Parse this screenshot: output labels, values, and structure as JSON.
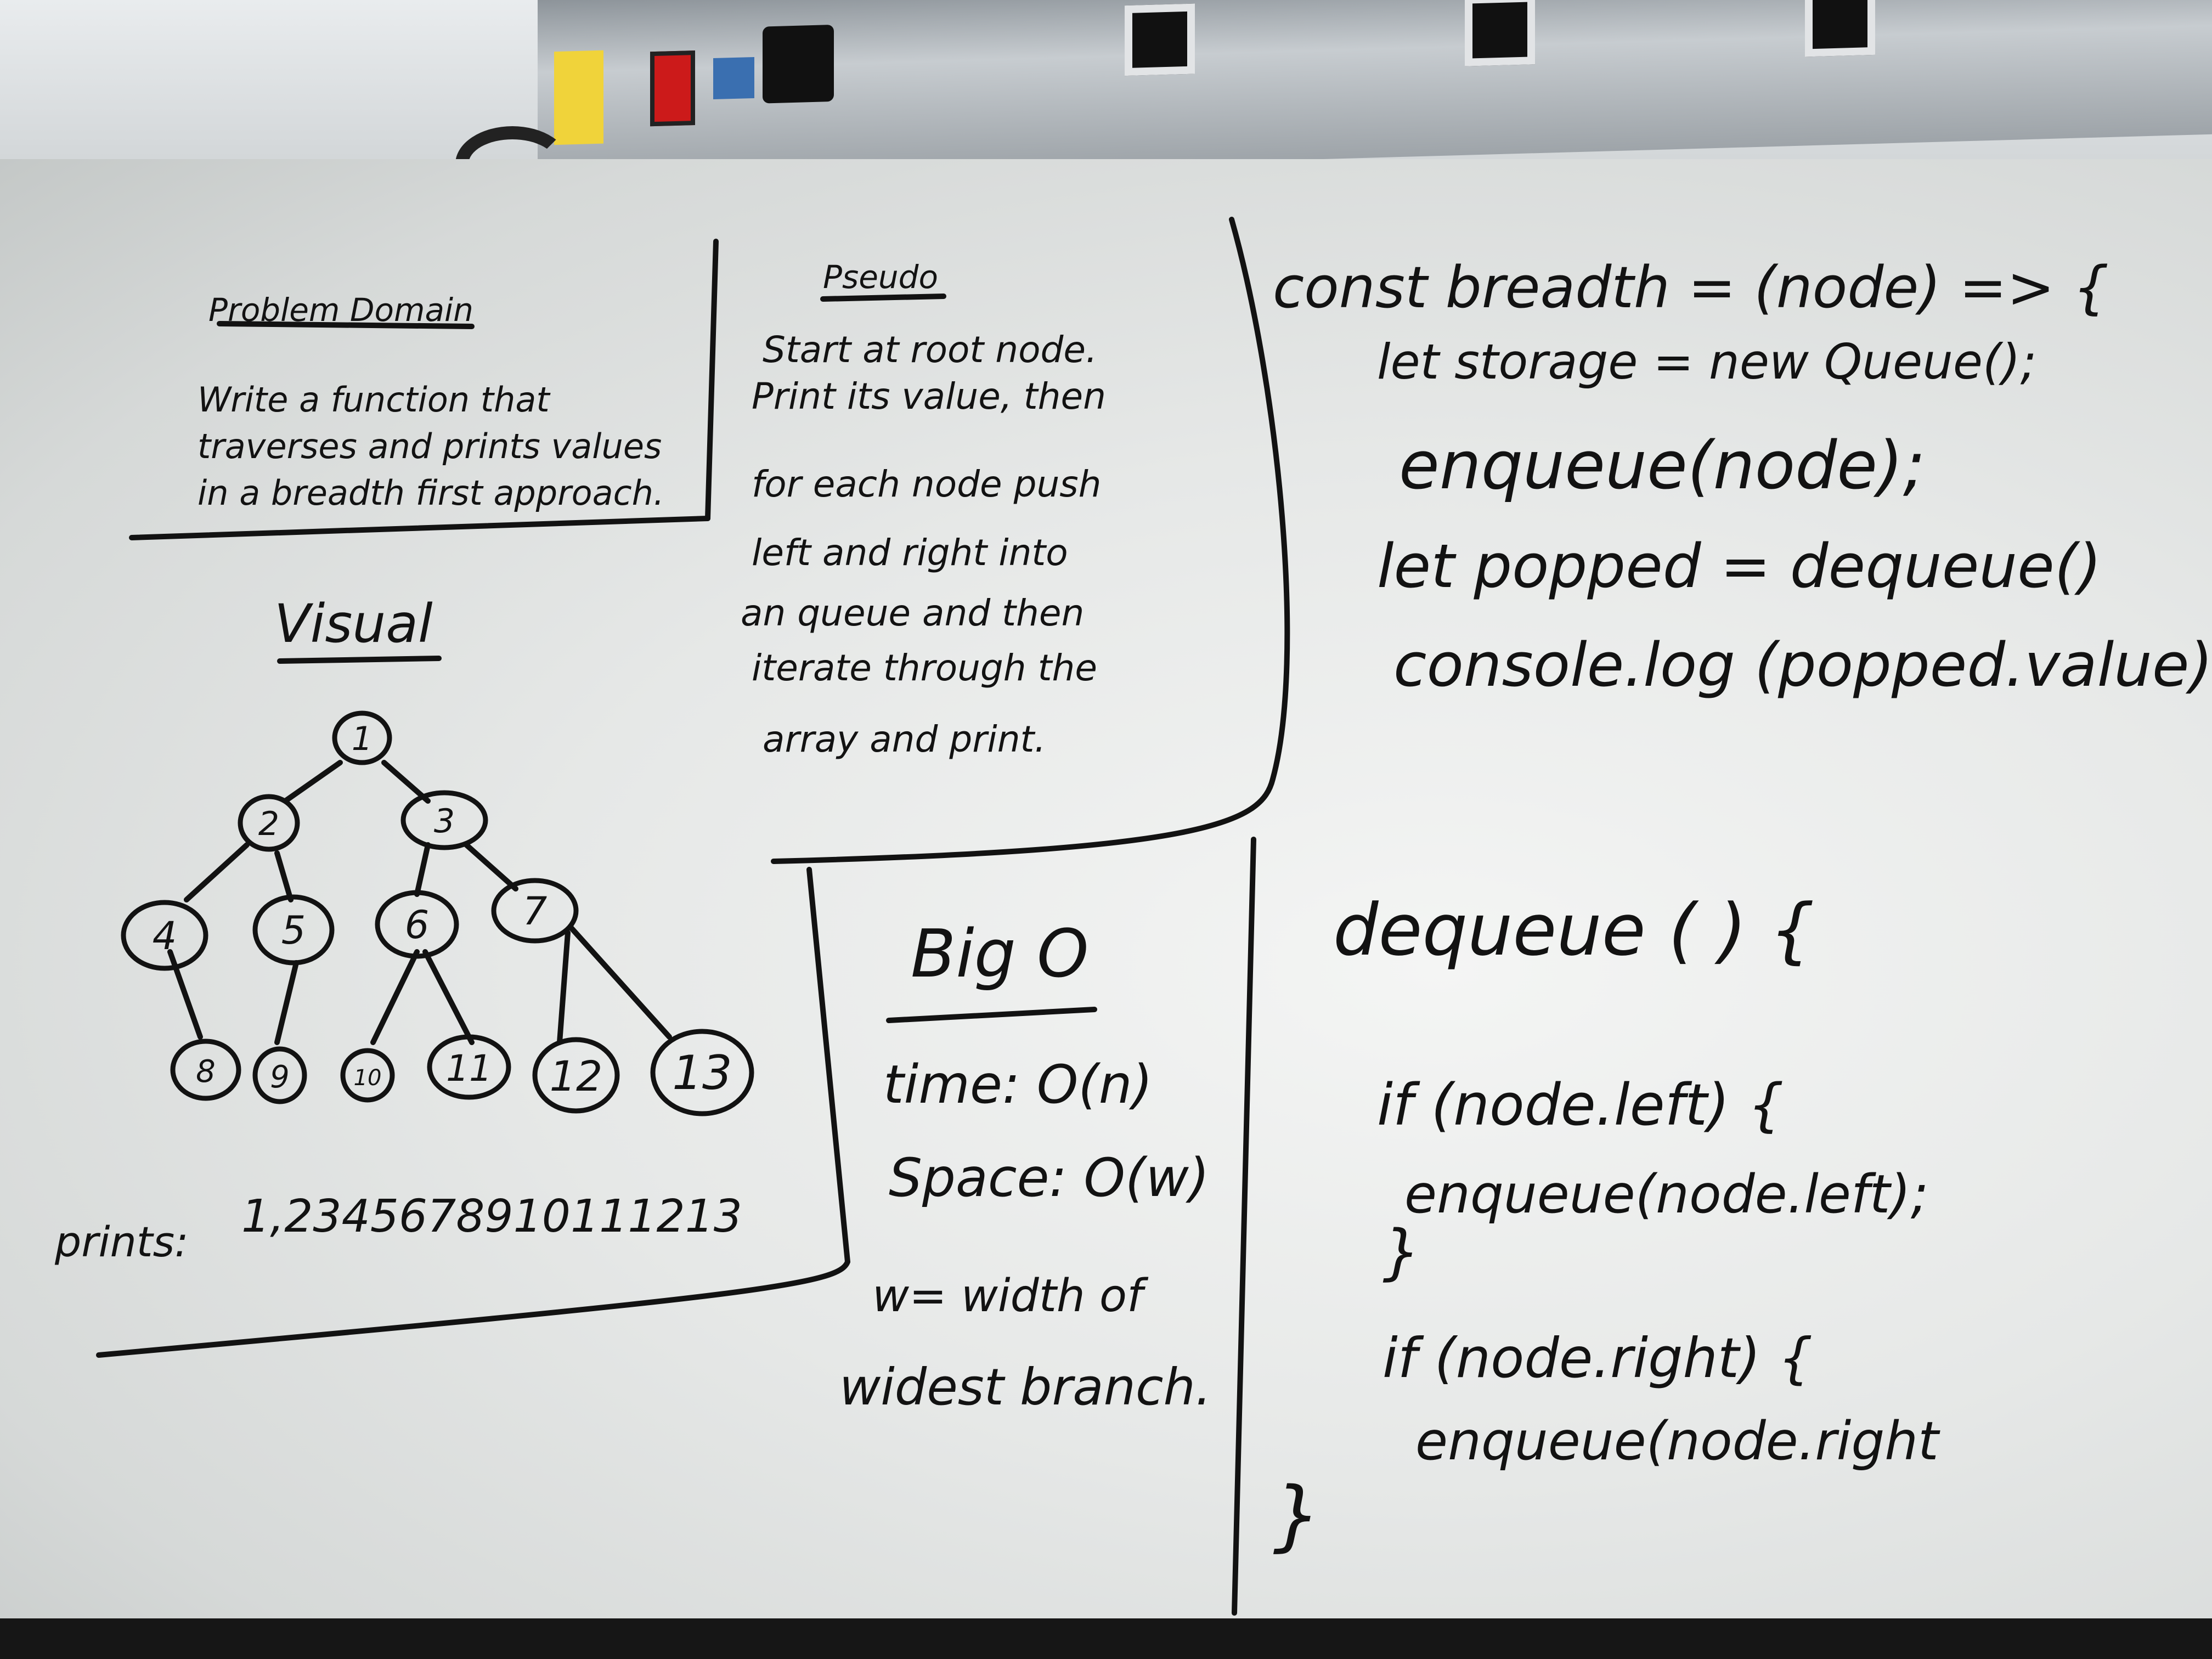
{
  "problem": {
    "title": "Problem Domain",
    "lines": [
      "Write a function that",
      "traverses and prints values",
      "in a breadth first approach."
    ]
  },
  "pseudo": {
    "title": "Pseudo",
    "lines": [
      "Start at root node.",
      "Print its value, then",
      "for each node push",
      "left and right into",
      "an queue and then",
      "iterate through the",
      "array and print."
    ]
  },
  "visual": {
    "title": "Visual",
    "nodes": [
      "1",
      "2",
      "3",
      "4",
      "5",
      "6",
      "7",
      "8",
      "9",
      "10",
      "11",
      "12",
      "13"
    ],
    "prints_label": "prints:",
    "prints_value": "1,2345678910111213"
  },
  "bigo": {
    "title": "Big O",
    "time": "time: O(n)",
    "space": "Space: O(w)",
    "w_line1": "w= width of",
    "w_line2": "widest branch."
  },
  "code_top": {
    "lines": [
      "const breadth = (node) => {",
      "let storage = new Queue();",
      "enqueue(node);",
      "let popped = dequeue()",
      "console.log (popped.value);"
    ]
  },
  "code_bottom": {
    "lines": [
      "dequeue ( ) {",
      "if (node.left) {",
      "enqueue(node.left);",
      "}",
      "if (node.right) {",
      "enqueue(node.right",
      "}"
    ]
  }
}
